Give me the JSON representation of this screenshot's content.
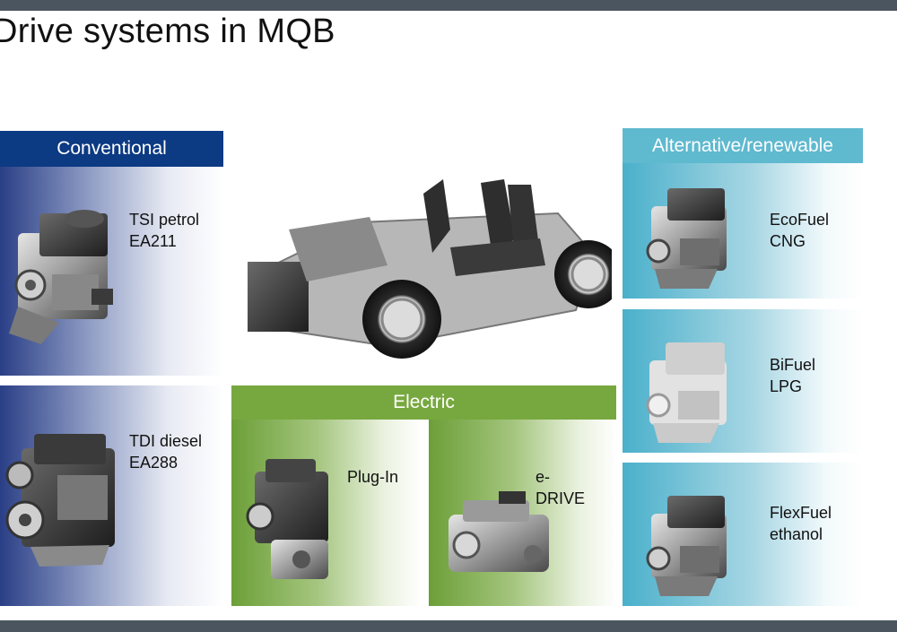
{
  "title": "Drive systems in MQB",
  "categories": {
    "conventional": "Conventional",
    "alternative": "Alternative/renewable",
    "electric": "Electric"
  },
  "conventional": [
    {
      "line1": "TSI petrol",
      "line2": "EA211"
    },
    {
      "line1": "TDI diesel",
      "line2": "EA288"
    }
  ],
  "alternative": [
    {
      "line1": "EcoFuel",
      "line2": "CNG"
    },
    {
      "line1": "BiFuel",
      "line2": "LPG"
    },
    {
      "line1": "FlexFuel",
      "line2": "ethanol"
    }
  ],
  "electric": [
    {
      "line1": "Plug-In",
      "line2": ""
    },
    {
      "line1": "e-",
      "line2": "DRIVE"
    }
  ],
  "colors": {
    "conventional": "#0c3a83",
    "alternative": "#5fb9cf",
    "electric": "#77a83f",
    "frame_bar": "#4a555f"
  }
}
